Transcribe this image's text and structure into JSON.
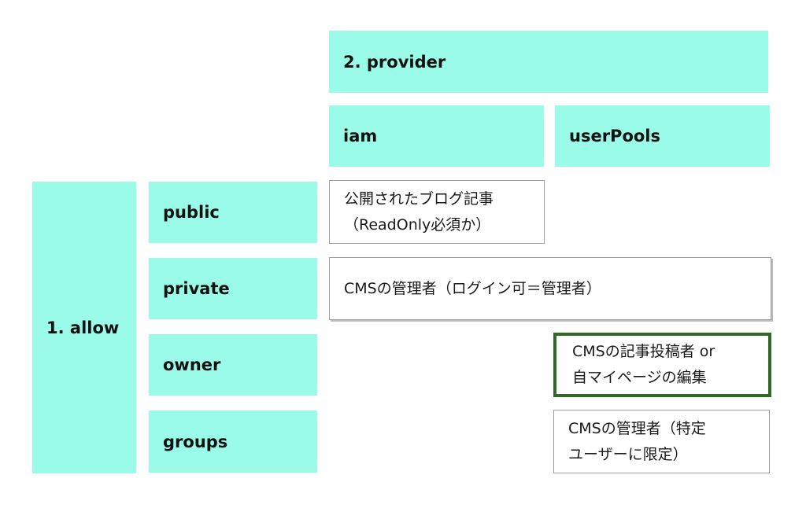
{
  "provider": {
    "header": "2. provider",
    "columns": [
      "iam",
      "userPools"
    ]
  },
  "allow": {
    "header": "1. allow",
    "rows": [
      "public",
      "private",
      "owner",
      "groups"
    ]
  },
  "cells": {
    "public_iam": [
      "公開されたブログ記事",
      "（ReadOnly必須か）"
    ],
    "private_span": [
      "CMSの管理者（ログイン可＝管理者）"
    ],
    "owner_userpools": [
      "CMSの記事投稿者 or",
      "自マイページの編集"
    ],
    "groups_userpools": [
      "CMSの管理者（特定",
      "ユーザーに限定）"
    ]
  },
  "colors": {
    "header_fill": "#99fbe8",
    "highlight_border": "#2f6b24"
  }
}
